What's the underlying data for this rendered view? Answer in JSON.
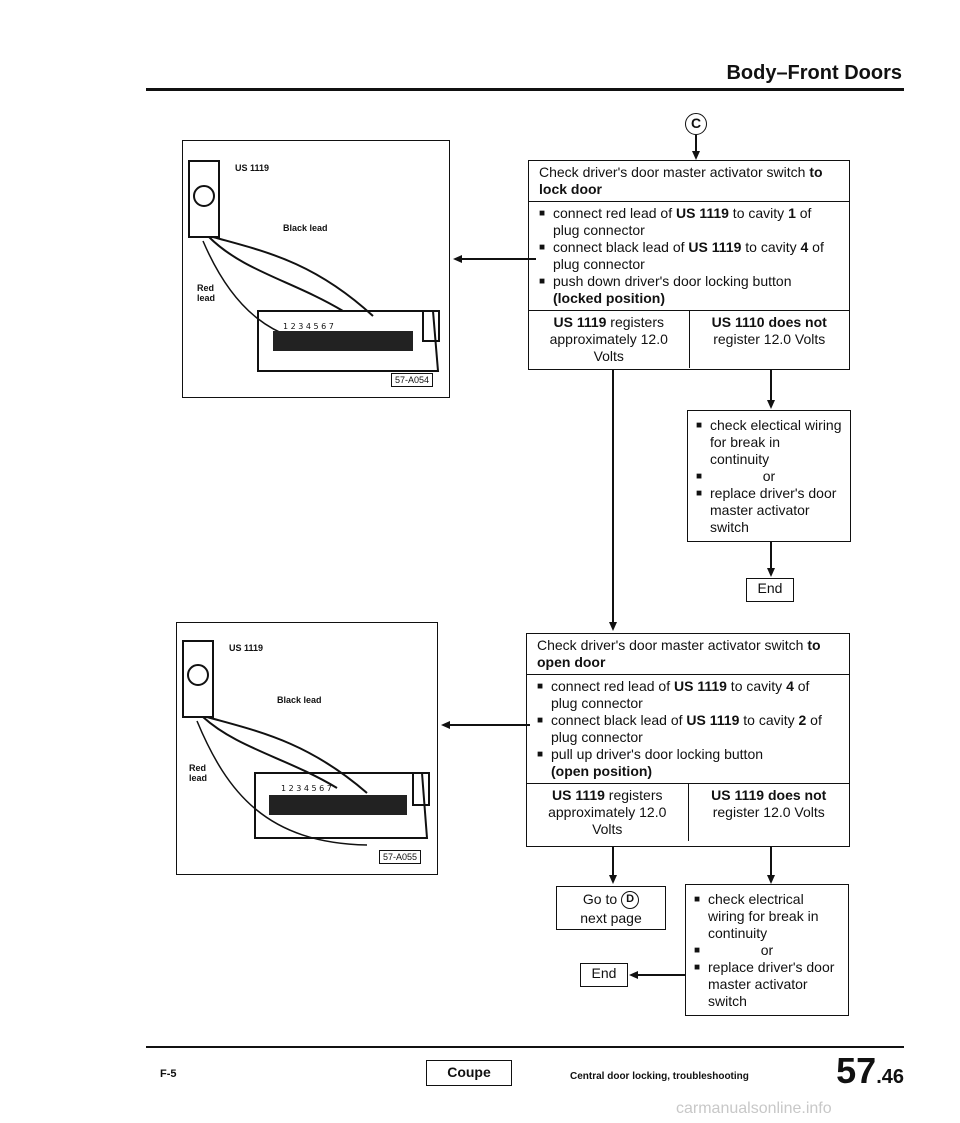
{
  "header": {
    "section_title": "Body–Front Doors"
  },
  "marker": {
    "top": "C"
  },
  "figures": [
    {
      "ref": "57-A054",
      "meter_label": "US 1119",
      "black_label": "Black lead",
      "red_label": "Red lead"
    },
    {
      "ref": "57-A055",
      "meter_label": "US 1119",
      "black_label": "Black lead",
      "red_label": "Red lead"
    }
  ],
  "step1": {
    "title_plain": "Check driver's door master activator switch ",
    "title_bold": "to lock door",
    "bullet1_a": "connect red lead of ",
    "bullet1_b": "US 1119",
    "bullet1_c": " to cavity ",
    "bullet1_d": "1",
    "bullet1_e": " of plug connector",
    "bullet2_a": "connect black lead of ",
    "bullet2_b": "US 1119",
    "bullet2_c": " to cavity ",
    "bullet2_d": "4",
    "bullet2_e": " of plug connector",
    "bullet3": "push down driver's door locking button",
    "bullet3_bold": "(locked position)",
    "result_left_a": "US 1119",
    "result_left_b": " registers approximately 12.0 Volts",
    "result_right_a": "US 1110 does not",
    "result_right_b": " register 12.0 Volts"
  },
  "fix1": {
    "b1": "check electical wiring for break in continuity",
    "or": "or",
    "b2": "replace driver's door master activator switch"
  },
  "end1": "End",
  "step2": {
    "title_plain": "Check driver's door master activator switch ",
    "title_bold": "to open door",
    "bullet1_a": "connect red lead of ",
    "bullet1_b": "US 1119",
    "bullet1_c": " to cavity ",
    "bullet1_d": "4",
    "bullet1_e": " of plug connector",
    "bullet2_a": "connect black lead of ",
    "bullet2_b": "US 1119",
    "bullet2_c": " to cavity ",
    "bullet2_d": "2",
    "bullet2_e": " of plug connector",
    "bullet3": "pull up driver's door locking button",
    "bullet3_bold": "(open position)",
    "result_left_a": "US 1119",
    "result_left_b": " registers approximately 12.0 Volts",
    "result_right_a": "US 1119 does not",
    "result_right_b": " register 12.0 Volts"
  },
  "goto": {
    "line1": "Go to",
    "marker": "D",
    "line2": "next page"
  },
  "end2": "End",
  "fix2": {
    "b1": "check electrical wiring for break in continuity",
    "or": "or",
    "b2": "replace driver's door master activator switch"
  },
  "footer": {
    "left_code": "F-5",
    "model": "Coupe",
    "description": "Central door locking, troubleshooting",
    "page_major": "57",
    "page_minor": ".46"
  },
  "watermark": "carmanualsonline.info"
}
